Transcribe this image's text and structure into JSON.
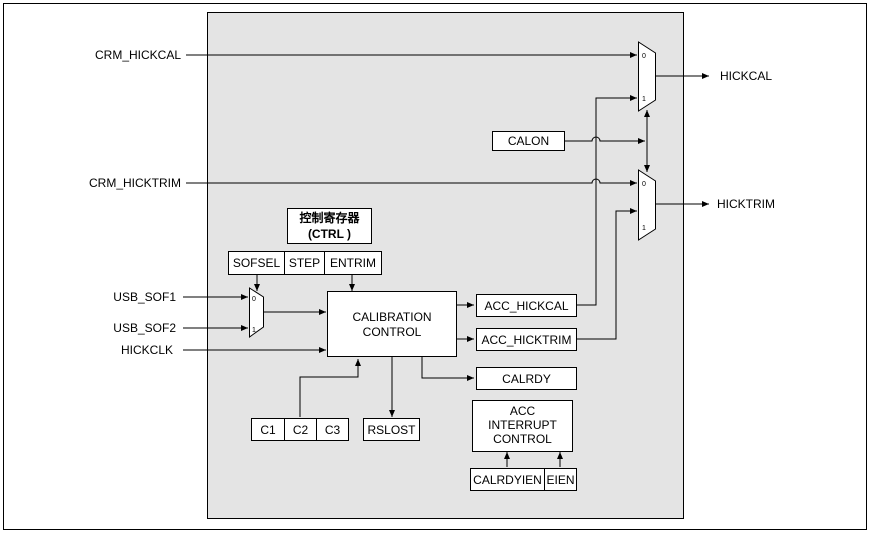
{
  "inputs": {
    "crm_hickcal": "CRM_HICKCAL",
    "crm_hicktrim": "CRM_HICKTRIM",
    "usb_sof1": "USB_SOF1",
    "usb_sof2": "USB_SOF2",
    "hickclk": "HICKCLK"
  },
  "outputs": {
    "hickcal": "HICKCAL",
    "hicktrim": "HICKTRIM"
  },
  "control_register": {
    "title_line1": "控制寄存器",
    "title_line2": "(CTRL )",
    "fields": [
      "SOFSEL",
      "STEP",
      "ENTRIM"
    ]
  },
  "calibration_control": {
    "line1": "CALIBRATION",
    "line2": "CONTROL"
  },
  "registers": {
    "calon": "CALON",
    "acc_hickcal": "ACC_HICKCAL",
    "acc_hicktrim": "ACC_HICKTRIM",
    "calrdy": "CALRDY",
    "rslost": "RSLOST",
    "c_fields": [
      "C1",
      "C2",
      "C3"
    ]
  },
  "interrupt_control": {
    "line1": "ACC",
    "line2": "INTERRUPT",
    "line3": "CONTROL",
    "fields": [
      "CALRDYIEN",
      "EIEN"
    ]
  },
  "mux_pins": {
    "zero": "0",
    "one": "1"
  }
}
